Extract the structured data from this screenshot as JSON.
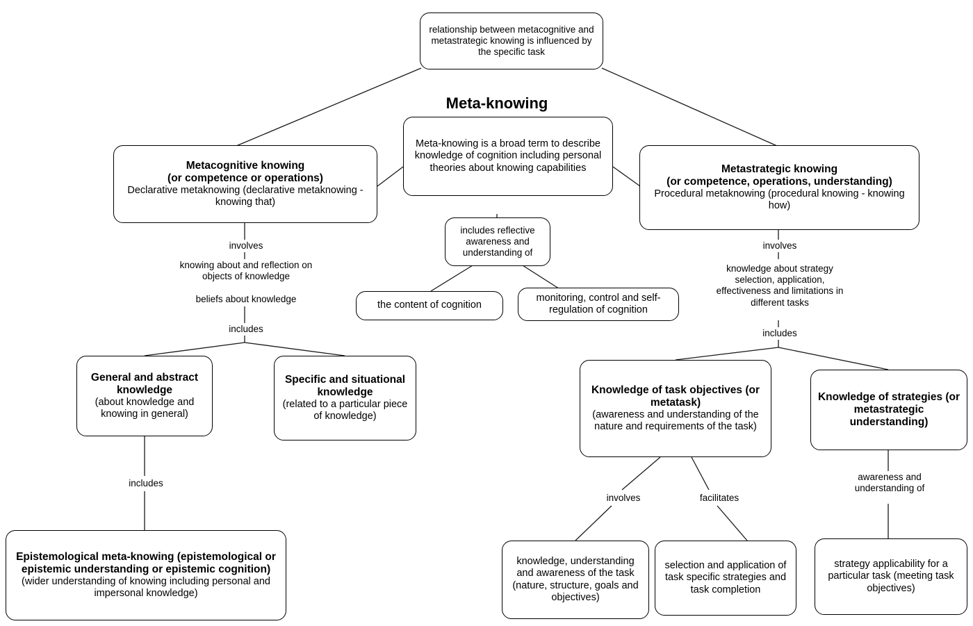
{
  "diagram": {
    "title": "Meta-knowing",
    "nodes": {
      "top_task": "relationship between metacognitive and metastrategic knowing is influenced by the specific task",
      "center_def": "Meta-knowing is a broad term to describe knowledge of cognition including personal theories about knowing capabilities",
      "metacognitive_bold1": "Metacognitive knowing",
      "metacognitive_bold2": "(or competence or operations)",
      "metacognitive_plain": "Declarative metaknowing (declarative metaknowing - knowing that)",
      "metastrategic_bold1": "Metastrategic knowing",
      "metastrategic_bold2": "(or competence, operations, understanding)",
      "metastrategic_plain": "Procedural metaknowing (procedural knowing - knowing how)",
      "reflective": "includes reflective awareness and understanding of",
      "content_of_cognition": "the content of cognition",
      "monitoring": "monitoring, control and self-regulation of cognition",
      "general_bold": "General and abstract knowledge",
      "general_plain": "(about knowledge and knowing in general)",
      "specific_bold": "Specific and situational knowledge",
      "specific_plain": "(related to a particular piece of knowledge)",
      "epistemological_bold": "Epistemological meta-knowing (epistemological or epistemic understanding or epistemic cognition)",
      "epistemological_plain": "(wider understanding of knowing including personal and impersonal knowledge)",
      "task_objectives_bold": "Knowledge of task objectives (or metatask)",
      "task_objectives_plain": "(awareness and understanding of the nature and requirements of the task)",
      "strategies_bold": "Knowledge of strategies (or metastrategic understanding)",
      "task_knowledge": "knowledge, understanding and awareness of the task (nature, structure, goals and objectives)",
      "task_selection": "selection and application of task specific strategies and task completion",
      "strategy_applicability": "strategy applicability for a particular task (meeting task objectives)"
    },
    "edge_labels": {
      "left_involves": "involves",
      "left_knowing_about": "knowing about and reflection on objects of knowledge",
      "left_beliefs": "beliefs about knowledge",
      "left_includes": "includes",
      "left_includes2": "includes",
      "right_involves": "involves",
      "right_knowledge_about": "knowledge about strategy selection, application, effectiveness and limitations in different tasks",
      "right_includes": "includes",
      "task_involves": "involves",
      "task_facilitates": "facilitates",
      "strategies_awareness": "awareness and understanding of"
    },
    "colors": {
      "stroke": "#000000",
      "background": "#ffffff",
      "text": "#000000"
    }
  }
}
